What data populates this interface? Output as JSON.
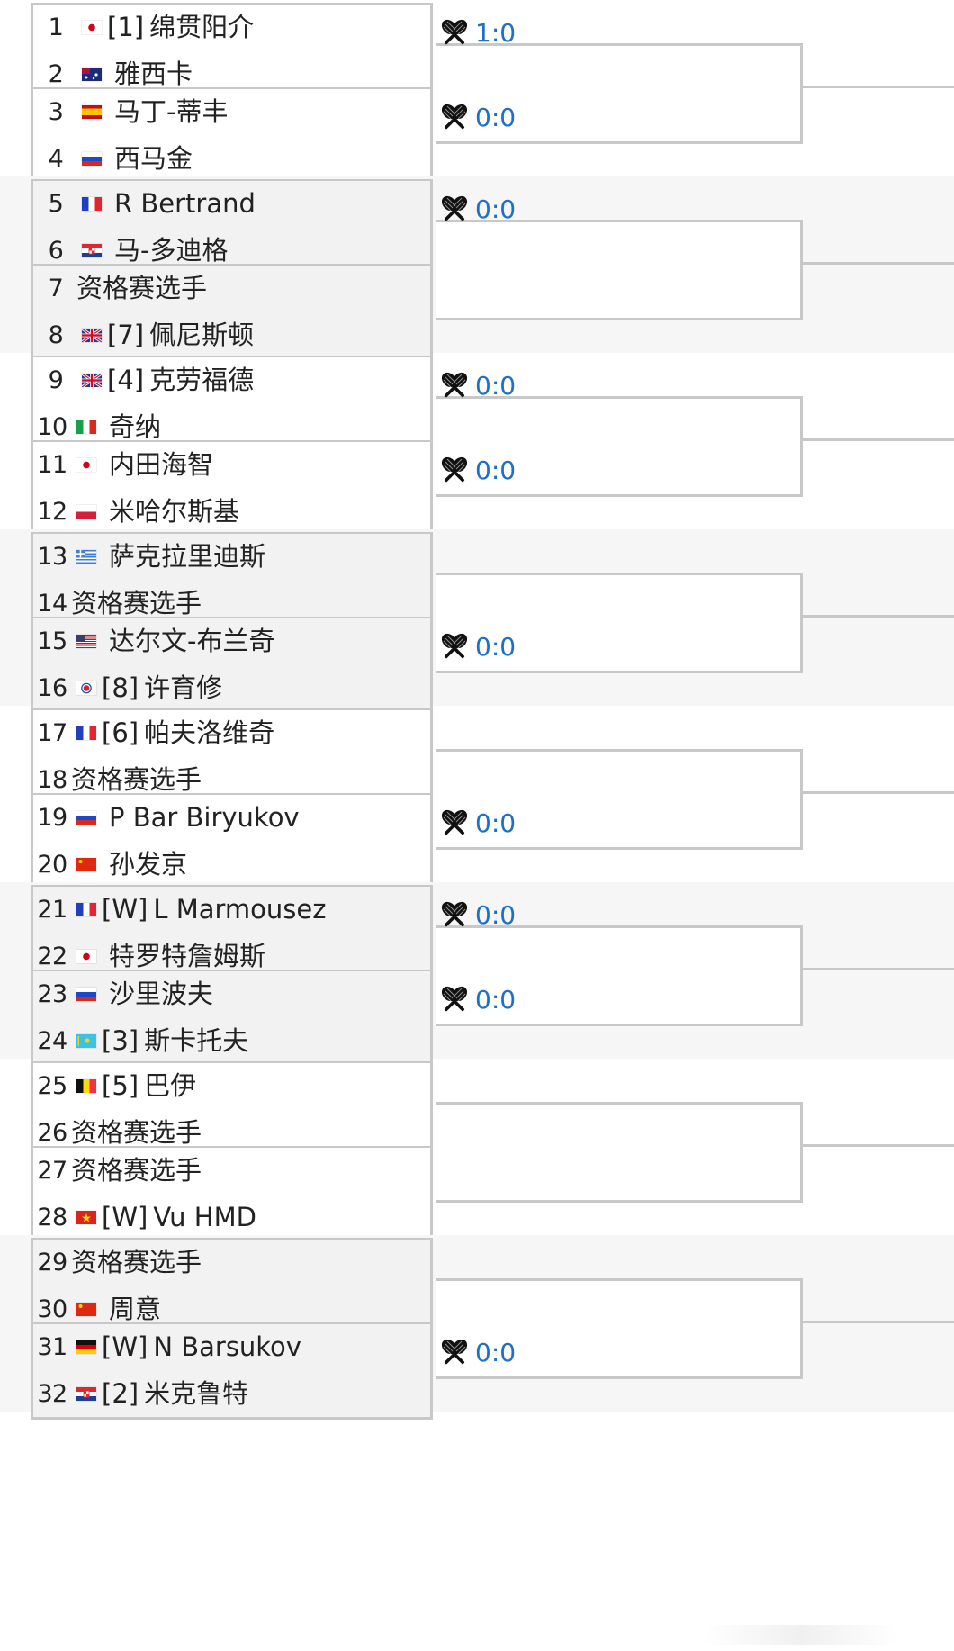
{
  "sections": [
    {
      "boxes": [
        {
          "players": [
            {
              "num": "1",
              "flag": "jp",
              "seed": "[1]",
              "name": "绵贯阳介"
            },
            {
              "num": "2",
              "flag": "au",
              "seed": "",
              "name": "雅西卡"
            }
          ],
          "score": "1:0"
        },
        {
          "players": [
            {
              "num": "3",
              "flag": "es",
              "seed": "",
              "name": "马丁-蒂丰"
            },
            {
              "num": "4",
              "flag": "ru",
              "seed": "",
              "name": "西马金"
            }
          ],
          "score": "0:0"
        }
      ]
    },
    {
      "boxes": [
        {
          "players": [
            {
              "num": "5",
              "flag": "fr",
              "seed": "",
              "name": "R Bertrand"
            },
            {
              "num": "6",
              "flag": "hr",
              "seed": "",
              "name": "马-多迪格"
            }
          ],
          "score": "0:0"
        },
        {
          "players": [
            {
              "num": "7",
              "flag": "",
              "seed": "",
              "name": "资格赛选手"
            },
            {
              "num": "8",
              "flag": "gb",
              "seed": "[7]",
              "name": "佩尼斯顿"
            }
          ],
          "score": ""
        }
      ]
    },
    {
      "boxes": [
        {
          "players": [
            {
              "num": "9",
              "flag": "gb",
              "seed": "[4]",
              "name": "克劳福德"
            },
            {
              "num": "10",
              "flag": "it",
              "seed": "",
              "name": "奇纳"
            }
          ],
          "score": "0:0"
        },
        {
          "players": [
            {
              "num": "11",
              "flag": "jp",
              "seed": "",
              "name": "内田海智"
            },
            {
              "num": "12",
              "flag": "pl",
              "seed": "",
              "name": "米哈尔斯基"
            }
          ],
          "score": "0:0"
        }
      ]
    },
    {
      "boxes": [
        {
          "players": [
            {
              "num": "13",
              "flag": "gr",
              "seed": "",
              "name": "萨克拉里迪斯"
            },
            {
              "num": "14",
              "flag": "",
              "seed": "",
              "name": "资格赛选手"
            }
          ],
          "score": ""
        },
        {
          "players": [
            {
              "num": "15",
              "flag": "us",
              "seed": "",
              "name": "达尔文-布兰奇"
            },
            {
              "num": "16",
              "flag": "tw",
              "seed": "[8]",
              "name": "许育修"
            }
          ],
          "score": "0:0"
        }
      ]
    },
    {
      "boxes": [
        {
          "players": [
            {
              "num": "17",
              "flag": "fr",
              "seed": "[6]",
              "name": "帕夫洛维奇"
            },
            {
              "num": "18",
              "flag": "",
              "seed": "",
              "name": "资格赛选手"
            }
          ],
          "score": ""
        },
        {
          "players": [
            {
              "num": "19",
              "flag": "ru",
              "seed": "",
              "name": "P Bar Biryukov"
            },
            {
              "num": "20",
              "flag": "cn",
              "seed": "",
              "name": "孙发京"
            }
          ],
          "score": "0:0"
        }
      ]
    },
    {
      "boxes": [
        {
          "players": [
            {
              "num": "21",
              "flag": "fr",
              "seed": "[W]",
              "name": "L Marmousez"
            },
            {
              "num": "22",
              "flag": "jp",
              "seed": "",
              "name": "特罗特詹姆斯"
            }
          ],
          "score": "0:0"
        },
        {
          "players": [
            {
              "num": "23",
              "flag": "ru",
              "seed": "",
              "name": "沙里波夫"
            },
            {
              "num": "24",
              "flag": "kz",
              "seed": "[3]",
              "name": "斯卡托夫"
            }
          ],
          "score": "0:0"
        }
      ]
    },
    {
      "boxes": [
        {
          "players": [
            {
              "num": "25",
              "flag": "be",
              "seed": "[5]",
              "name": "巴伊"
            },
            {
              "num": "26",
              "flag": "",
              "seed": "",
              "name": "资格赛选手"
            }
          ],
          "score": ""
        },
        {
          "players": [
            {
              "num": "27",
              "flag": "",
              "seed": "",
              "name": "资格赛选手"
            },
            {
              "num": "28",
              "flag": "vn",
              "seed": "[W]",
              "name": "Vu HMD"
            }
          ],
          "score": ""
        }
      ]
    },
    {
      "boxes": [
        {
          "players": [
            {
              "num": "29",
              "flag": "",
              "seed": "",
              "name": "资格赛选手"
            },
            {
              "num": "30",
              "flag": "cn",
              "seed": "",
              "name": "周意"
            }
          ],
          "score": ""
        },
        {
          "players": [
            {
              "num": "31",
              "flag": "de",
              "seed": "[W]",
              "name": "N Barsukov"
            },
            {
              "num": "32",
              "flag": "hr",
              "seed": "[2]",
              "name": "米克鲁特"
            }
          ],
          "score": "0:0"
        }
      ]
    }
  ],
  "colors": {
    "score_text": "#1f6fc4",
    "border": "#c8c8c8",
    "alt_background": "#f6f6f6",
    "box_white": "#ffffff",
    "box_grey": "#f2f2f2"
  },
  "icons": {
    "h2h": "crossed-rackets-icon"
  }
}
